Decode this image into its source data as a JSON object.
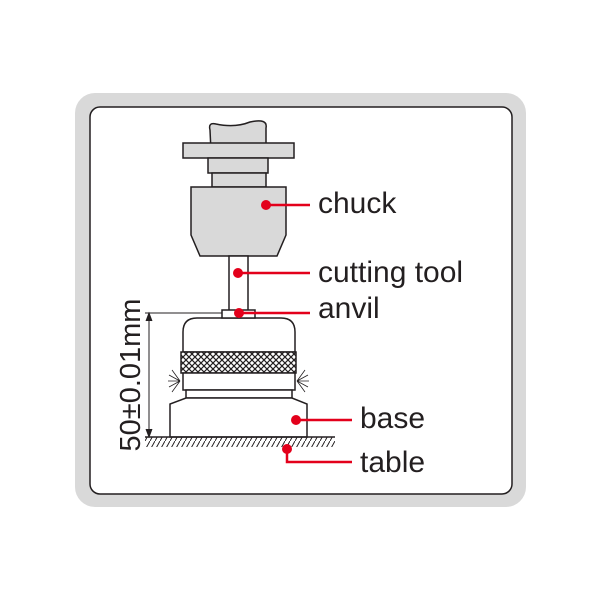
{
  "labels": {
    "chuck": "chuck",
    "cutting_tool": "cutting tool",
    "anvil": "anvil",
    "base": "base",
    "table": "table"
  },
  "dimension": "50±0.01mm",
  "colors": {
    "accent": "#e3001b",
    "frame": "#d9d9d9",
    "part": "#d9d9d9"
  }
}
